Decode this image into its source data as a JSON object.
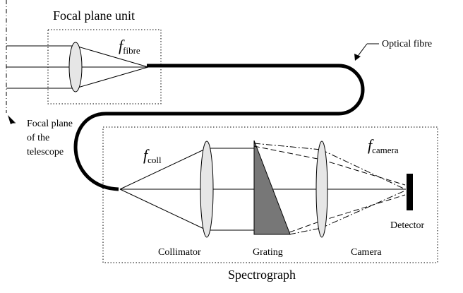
{
  "focal_plane_unit": {
    "title": "Focal plane unit",
    "f_symbol": "f",
    "f_subscript": "fibre"
  },
  "optical_fibre_label": "Optical fibre",
  "telescope_focal_plane": {
    "line1": "Focal plane",
    "line2": "of the",
    "line3": "telescope"
  },
  "spectrograph": {
    "title": "Spectrograph",
    "coll_symbol": "f",
    "coll_subscript": "coll",
    "camera_symbol": "f",
    "camera_subscript": "camera",
    "collimator_label": "Collimator",
    "grating_label": "Grating",
    "camera_label": "Camera",
    "detector_label": "Detector"
  }
}
